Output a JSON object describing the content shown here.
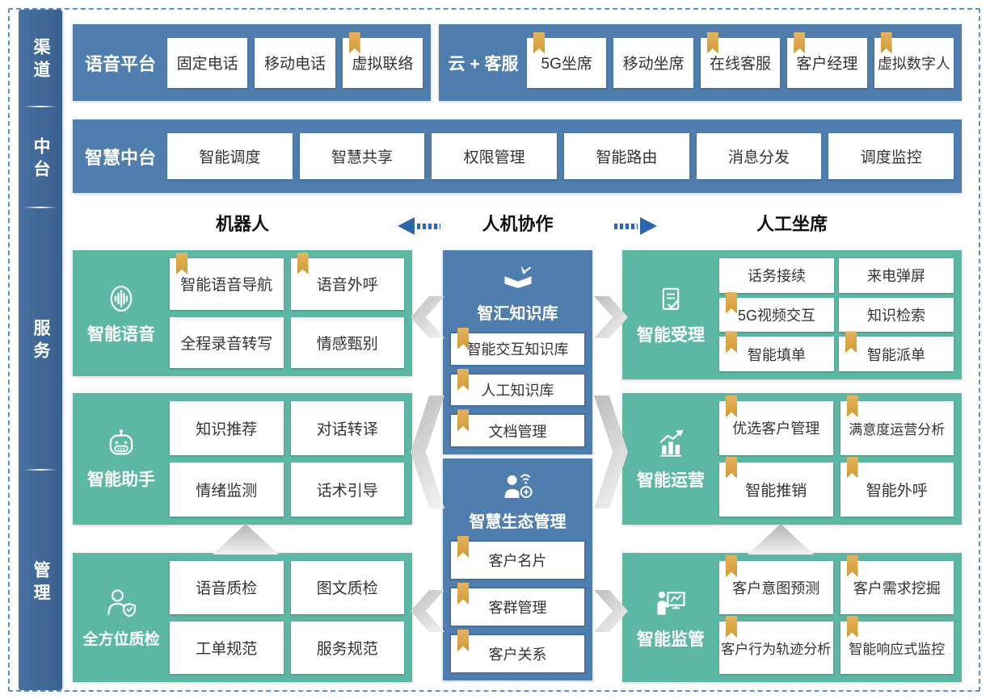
{
  "palette": {
    "sidebar_blue": "#3e6795",
    "band_blue": "#4e7dae",
    "green": "#5cb7a4",
    "bookmark_gold": "#d9a33f",
    "arrow_blue": "#2e66ad",
    "dashed_border": "#5e90c8",
    "box_text": "#333333"
  },
  "sidebar": {
    "items": [
      {
        "label": "渠道"
      },
      {
        "label": "中台"
      },
      {
        "label": "服务"
      },
      {
        "label": "管理"
      }
    ]
  },
  "channel_row": {
    "voice_platform": {
      "label": "语音平台",
      "items": [
        {
          "label": "固定电话",
          "bookmark": false
        },
        {
          "label": "移动电话",
          "bookmark": false
        },
        {
          "label": "虚拟联络",
          "bookmark": true
        }
      ]
    },
    "cloud_service": {
      "label": "云 + 客服",
      "items": [
        {
          "label": "5G坐席",
          "bookmark": true
        },
        {
          "label": "移动坐席",
          "bookmark": false
        },
        {
          "label": "在线客服",
          "bookmark": true
        },
        {
          "label": "客户经理",
          "bookmark": true
        },
        {
          "label": "虚拟数字人",
          "bookmark": true
        }
      ]
    }
  },
  "middle_platform_row": {
    "label": "智慧中台",
    "items": [
      {
        "label": "智能调度"
      },
      {
        "label": "智慧共享"
      },
      {
        "label": "权限管理"
      },
      {
        "label": "智能路由"
      },
      {
        "label": "消息分发"
      },
      {
        "label": "调度监控"
      }
    ]
  },
  "collab_header": {
    "left": "机器人",
    "center": "人机协作",
    "right": "人工坐席"
  },
  "blocks": {
    "left": [
      {
        "label": "智能语音",
        "icon": "voice-icon",
        "items": [
          {
            "label": "智能语音导航",
            "bookmark": true
          },
          {
            "label": "语音外呼",
            "bookmark": true
          },
          {
            "label": "全程录音转写",
            "bookmark": false
          },
          {
            "label": "情感甄别",
            "bookmark": false
          }
        ]
      },
      {
        "label": "智能助手",
        "icon": "robot-icon",
        "items": [
          {
            "label": "知识推荐",
            "bookmark": false
          },
          {
            "label": "对话转译",
            "bookmark": false
          },
          {
            "label": "情绪监测",
            "bookmark": false
          },
          {
            "label": "话术引导",
            "bookmark": false
          }
        ]
      },
      {
        "label": "全方位质检",
        "icon": "quality-shield-icon",
        "items": [
          {
            "label": "语音质检",
            "bookmark": false
          },
          {
            "label": "图文质检",
            "bookmark": false
          },
          {
            "label": "工单规范",
            "bookmark": false
          },
          {
            "label": "服务规范",
            "bookmark": false
          }
        ]
      }
    ],
    "middle": [
      {
        "label": "智汇知识库",
        "icon": "knowledge-book-icon",
        "items": [
          {
            "label": "智能交互知识库",
            "bookmark": true
          },
          {
            "label": "人工知识库",
            "bookmark": true
          },
          {
            "label": "文档管理",
            "bookmark": true
          }
        ]
      },
      {
        "label": "智慧生态管理",
        "icon": "ecosystem-person-icon",
        "items": [
          {
            "label": "客户名片",
            "bookmark": true
          },
          {
            "label": "客群管理",
            "bookmark": true
          },
          {
            "label": "客户关系",
            "bookmark": true
          }
        ]
      }
    ],
    "right": [
      {
        "label": "智能受理",
        "icon": "doc-check-icon",
        "items": [
          {
            "label": "话务接续",
            "bookmark": false
          },
          {
            "label": "来电弹屏",
            "bookmark": false
          },
          {
            "label": "5G视频交互",
            "bookmark": true
          },
          {
            "label": "知识检索",
            "bookmark": false
          },
          {
            "label": "智能填单",
            "bookmark": true
          },
          {
            "label": "智能派单",
            "bookmark": true
          }
        ]
      },
      {
        "label": "智能运营",
        "icon": "chart-up-icon",
        "items": [
          {
            "label": "优选客户管理",
            "bookmark": true
          },
          {
            "label": "满意度运营分析",
            "bookmark": true
          },
          {
            "label": "智能推销",
            "bookmark": true
          },
          {
            "label": "智能外呼",
            "bookmark": true
          }
        ]
      },
      {
        "label": "智能监管",
        "icon": "monitor-presenter-icon",
        "items": [
          {
            "label": "客户意图预测",
            "bookmark": true
          },
          {
            "label": "客户需求挖掘",
            "bookmark": true
          },
          {
            "label": "客户行为轨迹分析",
            "bookmark": true
          },
          {
            "label": "智能响应式监控",
            "bookmark": true
          }
        ]
      }
    ]
  }
}
